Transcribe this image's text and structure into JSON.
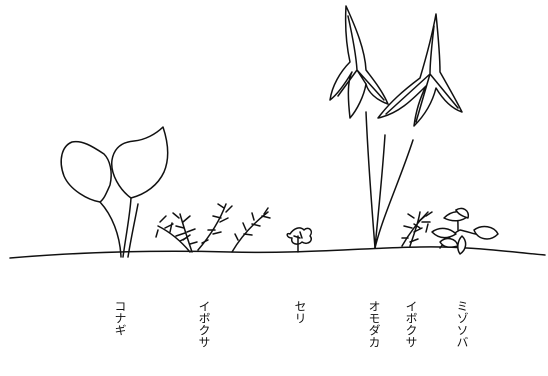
{
  "figure": {
    "plants": [
      {
        "name": "コナギ",
        "icon": "konagi-heart-leaf-plant"
      },
      {
        "name": "イボクサ",
        "icon": "ibokusa-creeping-herb"
      },
      {
        "name": "セリ",
        "icon": "seri-small-rosette"
      },
      {
        "name": "オモダカ",
        "icon": "omodaka-arrowhead-plant"
      },
      {
        "name": "イボクサ",
        "icon": "ibokusa-creeping-herb"
      },
      {
        "name": "ミゾソバ",
        "icon": "mizosoba-lobed-leaf-herb"
      }
    ],
    "colors": {
      "line": "#111111",
      "fill": "#ffffff"
    }
  }
}
